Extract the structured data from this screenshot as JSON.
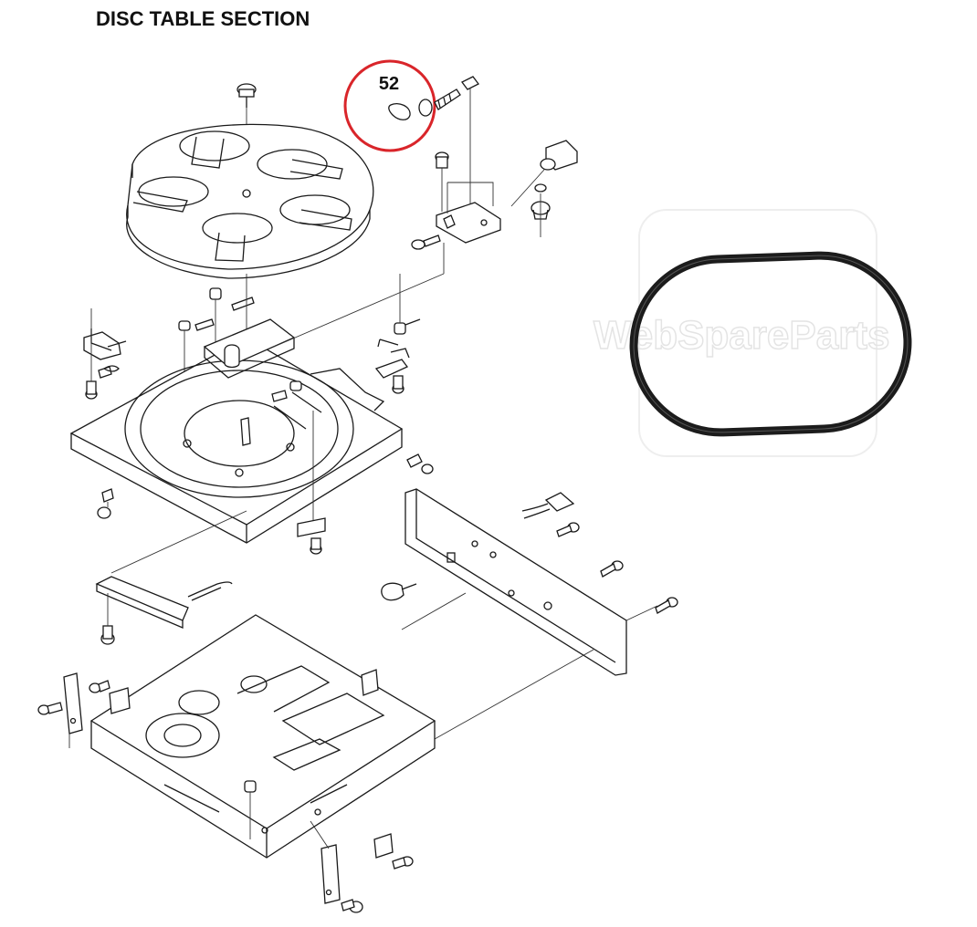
{
  "header": {
    "title": "DISC TABLE SECTION"
  },
  "callout": {
    "part_number": "52",
    "circle_color": "#d9252a"
  },
  "watermark": {
    "text": "WebSpareParts"
  },
  "colors": {
    "line": "#1a1a1a",
    "belt": "#1c1c1c",
    "highlight": "#d9252a"
  }
}
